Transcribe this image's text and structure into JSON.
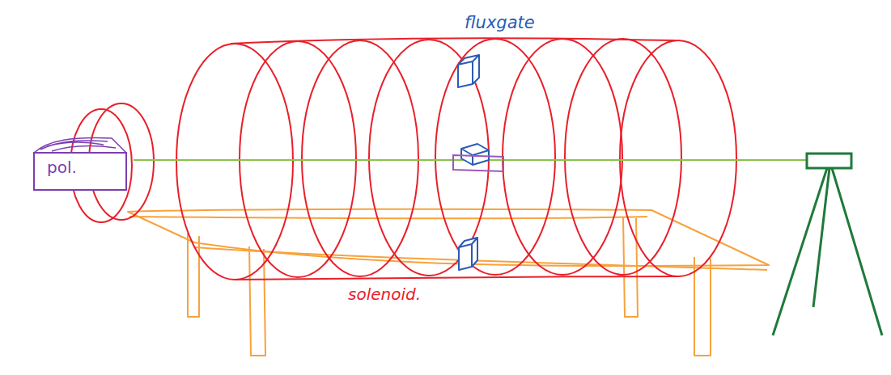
{
  "diagram": {
    "nodes": [
      {
        "text": [
          "pol."
        ]
      }
    ],
    "labels": [
      "fluxgate",
      "solenoid."
    ]
  }
}
